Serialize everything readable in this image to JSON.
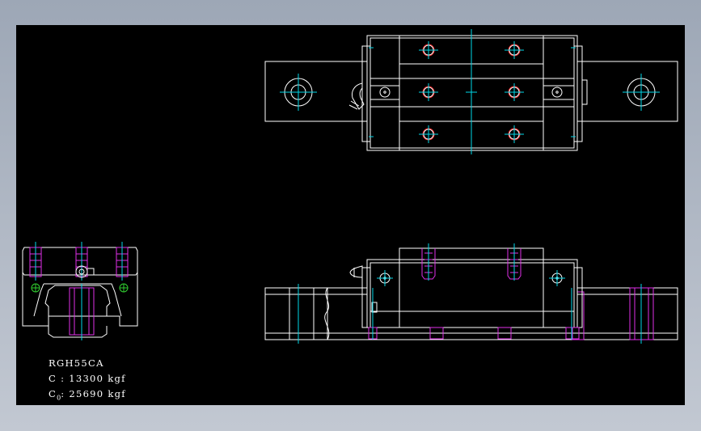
{
  "drawing": {
    "background": "#000000",
    "frame_gradient": [
      "#9da7b6",
      "#c2c8d2"
    ],
    "colors": {
      "outline": "#ffffff",
      "centerline": "#00d8e8",
      "hidden": "#e030e8",
      "hole_edge": "#ff3030",
      "nipple": "#30d030"
    }
  },
  "spec": {
    "model": "RGH55CA",
    "dynamic_label": "C",
    "dynamic_value": ": 13300 kgf",
    "static_label": "C",
    "static_sub": "0",
    "static_value": ": 25690 kgf"
  }
}
